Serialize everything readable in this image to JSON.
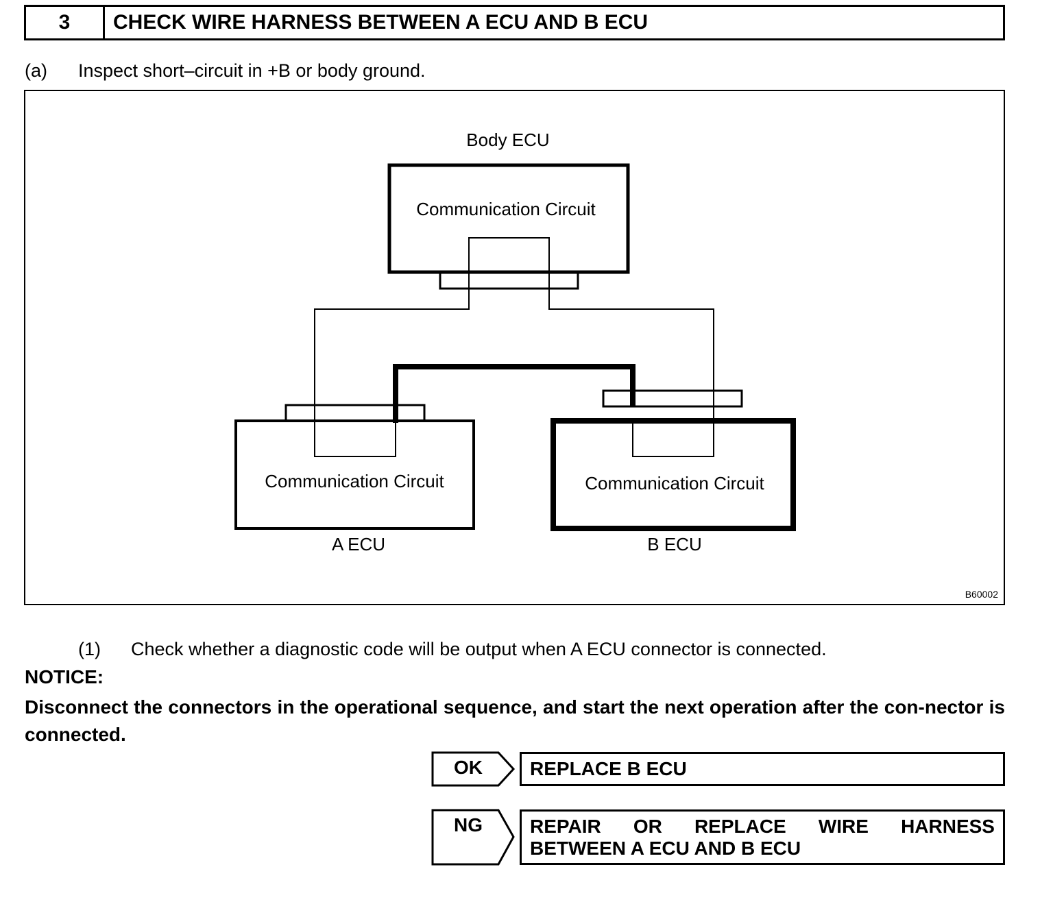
{
  "step": {
    "number": "3",
    "title": "CHECK WIRE HARNESS BETWEEN A ECU AND B ECU"
  },
  "sub_a": {
    "marker": "(a)",
    "text": "Inspect short–circuit in +B or body ground."
  },
  "diagram": {
    "body_ecu_label": "Body ECU",
    "body_ecu_circuit": "Communication Circuit",
    "a_ecu_circuit": "Communication Circuit",
    "a_ecu_label": "A ECU",
    "b_ecu_circuit": "Communication Circuit",
    "b_ecu_label": "B ECU",
    "figure_code": "B60002"
  },
  "sub_1": {
    "marker": "(1)",
    "text": "Check whether a diagnostic code will be output when A ECU connector is connected."
  },
  "notice": {
    "label": "NOTICE:",
    "text": "Disconnect the connectors in the operational sequence, and start the next operation after the con-nector is connected."
  },
  "results": {
    "ok_tag": "OK",
    "ok_action": "REPLACE B ECU",
    "ng_tag": "NG",
    "ng_action_words": [
      "REPAIR",
      "OR",
      "REPLACE",
      "WIRE",
      "HARNESS"
    ],
    "ng_action_line2": "BETWEEN A ECU AND B ECU"
  }
}
